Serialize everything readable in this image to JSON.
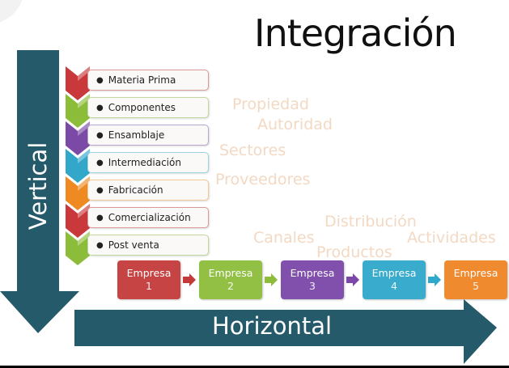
{
  "title": "Integración",
  "axes": {
    "vertical_label": "Vertical",
    "horizontal_label": "Horizontal",
    "arrow_color": "#245a6a"
  },
  "vertical_chain": [
    {
      "label": "Materia Prima",
      "color": "#c9383a",
      "border": "#d99a9a"
    },
    {
      "label": "Componentes",
      "color": "#8cbd3a",
      "border": "#c1d9a0"
    },
    {
      "label": "Ensamblaje",
      "color": "#7a4aa6",
      "border": "#b9a6d1"
    },
    {
      "label": "Intermediación",
      "color": "#32a7c9",
      "border": "#9ed3e2"
    },
    {
      "label": "Fabricación",
      "color": "#ef8a22",
      "border": "#f1c89a"
    },
    {
      "label": "Comercialización",
      "color": "#c9383a",
      "border": "#d99a9a"
    },
    {
      "label": "Post venta",
      "color": "#8cbd3a",
      "border": "#c1d9a0"
    }
  ],
  "horizontal_chain": [
    {
      "label": "Empresa",
      "number": "1",
      "color": "#c43a3a"
    },
    {
      "label": "Empresa",
      "number": "2",
      "color": "#8dbd3b"
    },
    {
      "label": "Empresa",
      "number": "3",
      "color": "#7b47a8"
    },
    {
      "label": "Empresa",
      "number": "4",
      "color": "#2fa8cc"
    },
    {
      "label": "Empresa",
      "number": "5",
      "color": "#ef8424"
    }
  ],
  "connector_colors": [
    "#c43a3a",
    "#8dbd3b",
    "#7b47a8",
    "#2fa8cc"
  ],
  "floating_words": {
    "propiedad": "Propiedad",
    "autoridad": "Autoridad",
    "sectores": "Sectores",
    "proveedores": "Proveedores",
    "distribucion": "Distribución",
    "canales": "Canales",
    "actividades": "Actividades",
    "productos": "Productos"
  }
}
